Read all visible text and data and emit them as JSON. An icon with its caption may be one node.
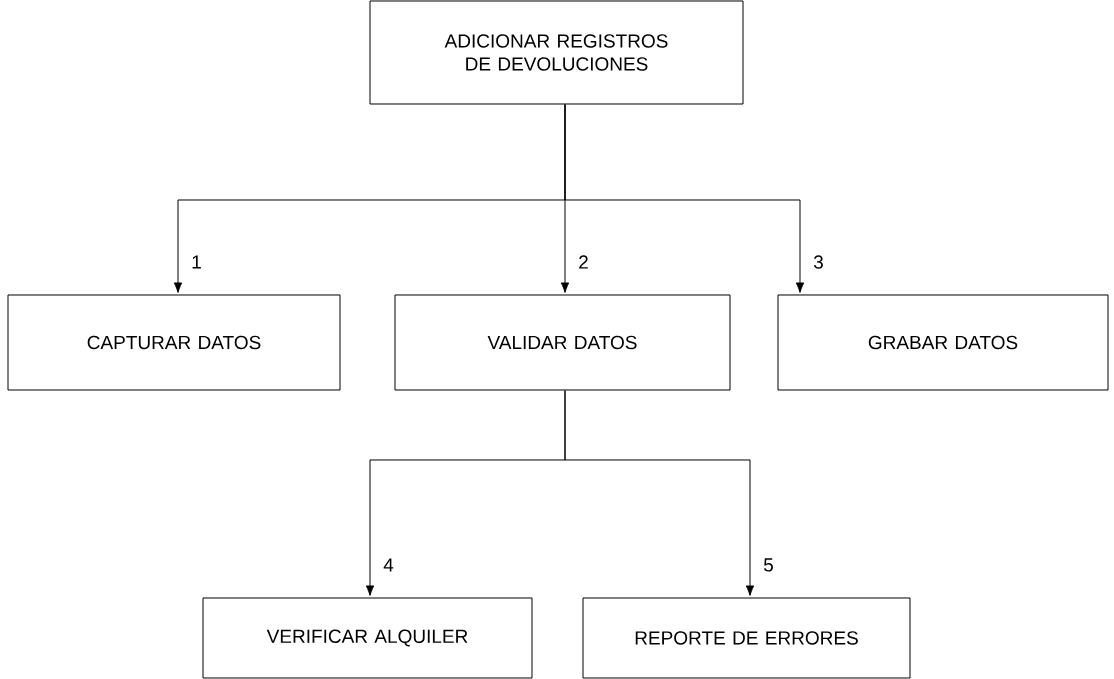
{
  "diagram": {
    "nodes": [
      {
        "text": [
          "ADICIONAR REGISTROS DE DEVOLUCIONES"
        ]
      },
      {
        "text": [
          "CAPTURAR DATOS"
        ]
      },
      {
        "text": [
          "VALIDAR DATOS"
        ]
      },
      {
        "text": [
          "GRABAR DATOS"
        ]
      },
      {
        "text": [
          "VERIFICAR ALQUILER"
        ]
      },
      {
        "text": [
          "REPORTE DE ERRORES"
        ]
      }
    ],
    "edges": [
      {
        "from": 0,
        "to": 1,
        "arrow": "to",
        "label": "1"
      },
      {
        "from": 0,
        "to": 2,
        "arrow": "to",
        "label": "2"
      },
      {
        "from": 0,
        "to": 3,
        "arrow": "to",
        "label": "3"
      },
      {
        "from": 2,
        "to": 4,
        "arrow": "to",
        "label": "4"
      },
      {
        "from": 2,
        "to": 5,
        "arrow": "to",
        "label": "5"
      }
    ]
  }
}
